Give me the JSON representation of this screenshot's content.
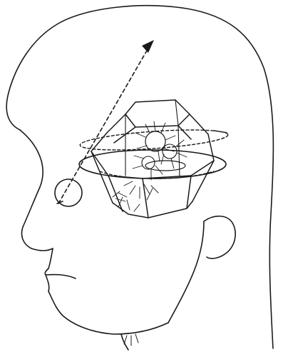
{
  "figure": {
    "ink_color": "#1a1a1a",
    "background_color": "#ffffff",
    "elements": [
      {
        "name": "head-profile-outline",
        "kind": "line drawing"
      },
      {
        "name": "eye-circle",
        "kind": "circle"
      },
      {
        "name": "gaze-arrow",
        "kind": "dashed arrow",
        "direction": "up-right"
      },
      {
        "name": "crystal-polyhedron",
        "kind": "wireframe solid"
      },
      {
        "name": "orbit-ellipses",
        "kind": "dashed and solid ellipses"
      },
      {
        "name": "starburst-rays",
        "kind": "radiating strokes"
      }
    ]
  }
}
